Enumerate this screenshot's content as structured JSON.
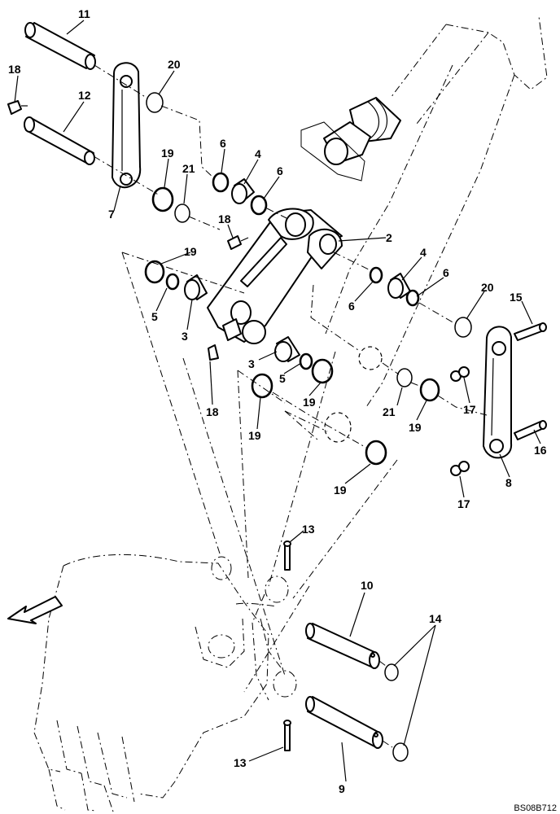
{
  "drawing_code": "BS08B712",
  "labels": {
    "l11": "11",
    "l18a": "18",
    "l12": "12",
    "l20a": "20",
    "l6a": "6",
    "l4a": "4",
    "l6b": "6",
    "l19a": "19",
    "l21a": "21",
    "l7": "7",
    "l18b": "18",
    "l2": "2",
    "l19b": "19",
    "l5a": "5",
    "l3a": "3",
    "l4b": "4",
    "l6c": "6",
    "l6d": "6",
    "l20b": "20",
    "l15": "15",
    "l18c": "18",
    "l3b": "3",
    "l5b": "5",
    "l19c": "19",
    "l19d": "19",
    "l21b": "21",
    "l19e": "19",
    "l17a": "17",
    "l16": "16",
    "l8": "8",
    "l19f": "19",
    "l17b": "17",
    "l13a": "13",
    "l10": "10",
    "l14": "14",
    "l13b": "13",
    "l9": "9"
  }
}
